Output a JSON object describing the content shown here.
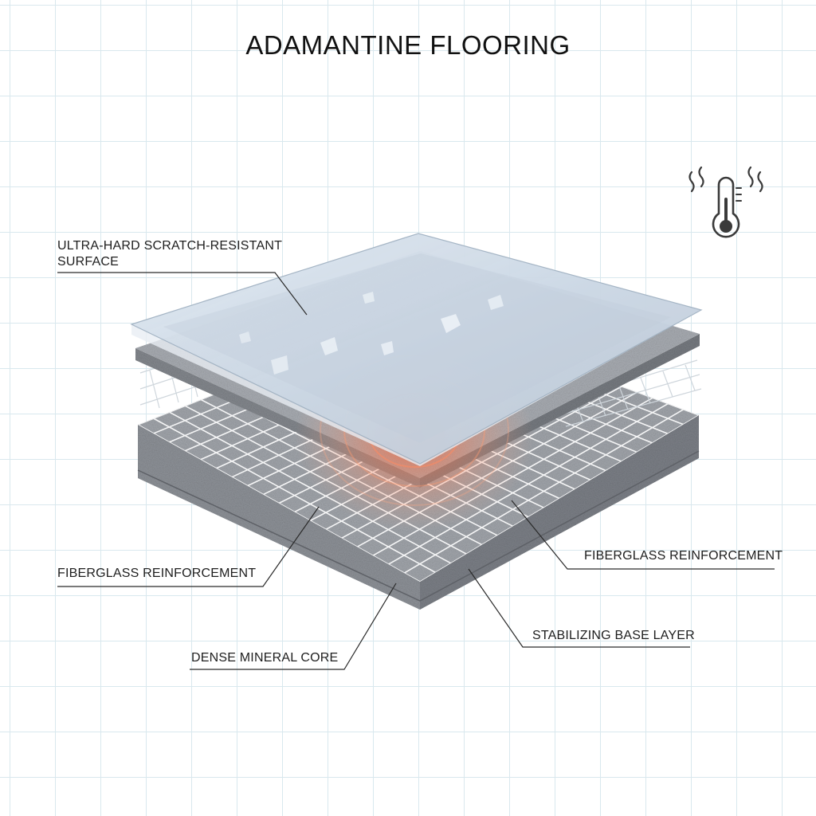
{
  "title": "ADAMANTINE FLOORING",
  "labels": {
    "surface_line1": "ULTRA-HARD SCRATCH-RESISTANT",
    "surface_line2": "SURFACE",
    "fiberglass_left": "FIBERGLASS REINFORCEMENT",
    "fiberglass_right": "FIBERGLASS REINFORCEMENT",
    "mineral_core": "DENSE MINERAL CORE",
    "base_layer": "STABILIZING BASE LAYER"
  },
  "icons": {
    "thermal": "thermometer-heat-icon"
  },
  "colors": {
    "grid": "#d9e8ee",
    "glass": "#c9d8e6",
    "stone": "#8c9096",
    "heat": "#ff6a3d"
  }
}
